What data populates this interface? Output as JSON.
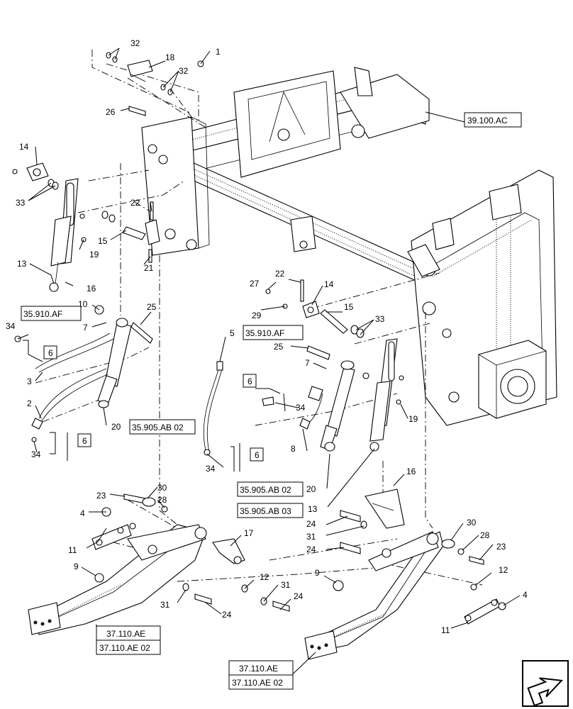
{
  "callouts": [
    "1",
    "2",
    "3",
    "4",
    "4",
    "5",
    "6",
    "6",
    "6",
    "6",
    "7",
    "7",
    "8",
    "9",
    "9",
    "10",
    "11",
    "11",
    "12",
    "12",
    "13",
    "13",
    "14",
    "14",
    "15",
    "15",
    "16",
    "16",
    "17",
    "18",
    "19",
    "19",
    "20",
    "20",
    "21",
    "22",
    "22",
    "23",
    "23",
    "24",
    "24",
    "24",
    "24",
    "25",
    "25",
    "26",
    "27",
    "28",
    "28",
    "29",
    "30",
    "30",
    "31",
    "31",
    "31",
    "32",
    "32",
    "33",
    "33",
    "34",
    "34",
    "34",
    "34"
  ],
  "refs": {
    "r1": "39.100.AC",
    "r2": "35.910.AF",
    "r3": "35.910.AF",
    "r4": "35.905.AB 02",
    "r5": "35.905.AB 02",
    "r6": "35.905.AB 03",
    "r7": "37.110.AE",
    "r8": "37.110.AE 02",
    "r9": "37.110.AE",
    "r10": "37.110.AE 02"
  },
  "boxes": {
    "b1": "6",
    "b2": "6",
    "b3": "6",
    "b4": "6"
  },
  "icons": {
    "corner": "arrow-icon"
  }
}
